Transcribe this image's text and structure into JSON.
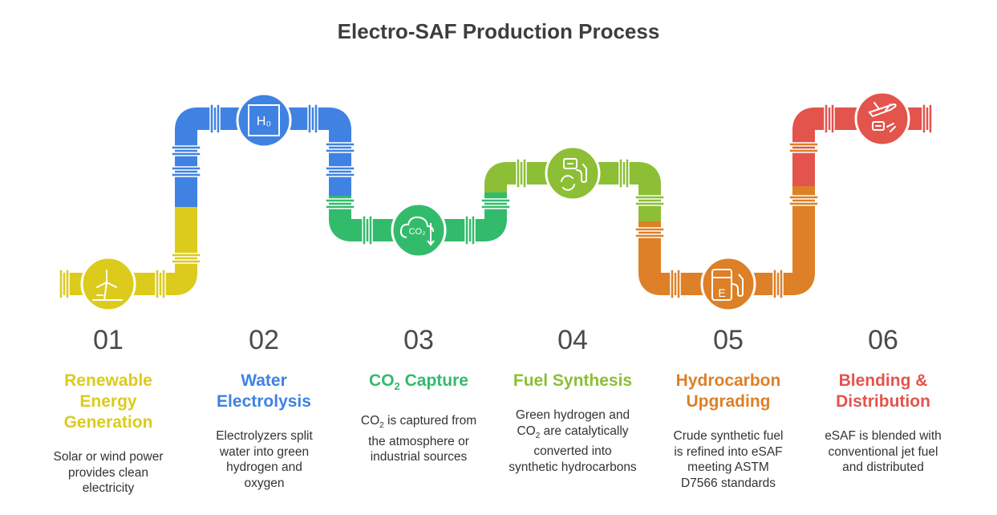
{
  "title": "Electro-SAF Production Process",
  "colors": {
    "yellow": "#dccb1c",
    "blue": "#3f82e2",
    "green": "#33bb6c",
    "lime": "#8cbf35",
    "orange": "#dd8027",
    "red": "#e3544c"
  },
  "steps": [
    {
      "number": "01",
      "title": "Renewable Energy Generation",
      "description": "Solar or wind power provides clean electricity",
      "icon": "wind-turbine-icon",
      "color": "#dccb1c"
    },
    {
      "number": "02",
      "title": "Water Electrolysis",
      "description": "Electrolyzers split water into green hydrogen and oxygen",
      "icon": "hydrogen-icon",
      "icon_text": "H₀",
      "color": "#3f82e2"
    },
    {
      "number": "03",
      "title_main": "CO",
      "title_sub": "2",
      "title_rest": " Capture",
      "desc_main": "CO",
      "desc_sub": "2",
      "desc_rest": " is captured from the atmosphere or industrial sources",
      "icon": "co2-cloud-icon",
      "icon_text": "CO₂",
      "color": "#33bb6c"
    },
    {
      "number": "04",
      "title": "Fuel Synthesis",
      "desc_pre": "Green hydrogen and CO",
      "desc_sub": "2",
      "desc_rest": " are catalytically converted into synthetic hydrocarbons",
      "icon": "fuel-pump-recycle-icon",
      "color": "#8cbf35"
    },
    {
      "number": "05",
      "title": "Hydrocarbon Upgrading",
      "description": "Crude synthetic fuel is refined into eSAF meeting ASTM D7566 standards",
      "icon": "e-fuel-pump-icon",
      "icon_text": "E",
      "color": "#dd8027"
    },
    {
      "number": "06",
      "title": "Blending & Distribution",
      "description": "eSAF is blended with conventional jet fuel and distributed",
      "icon": "airplane-fuel-icon",
      "color": "#e3544c"
    }
  ]
}
